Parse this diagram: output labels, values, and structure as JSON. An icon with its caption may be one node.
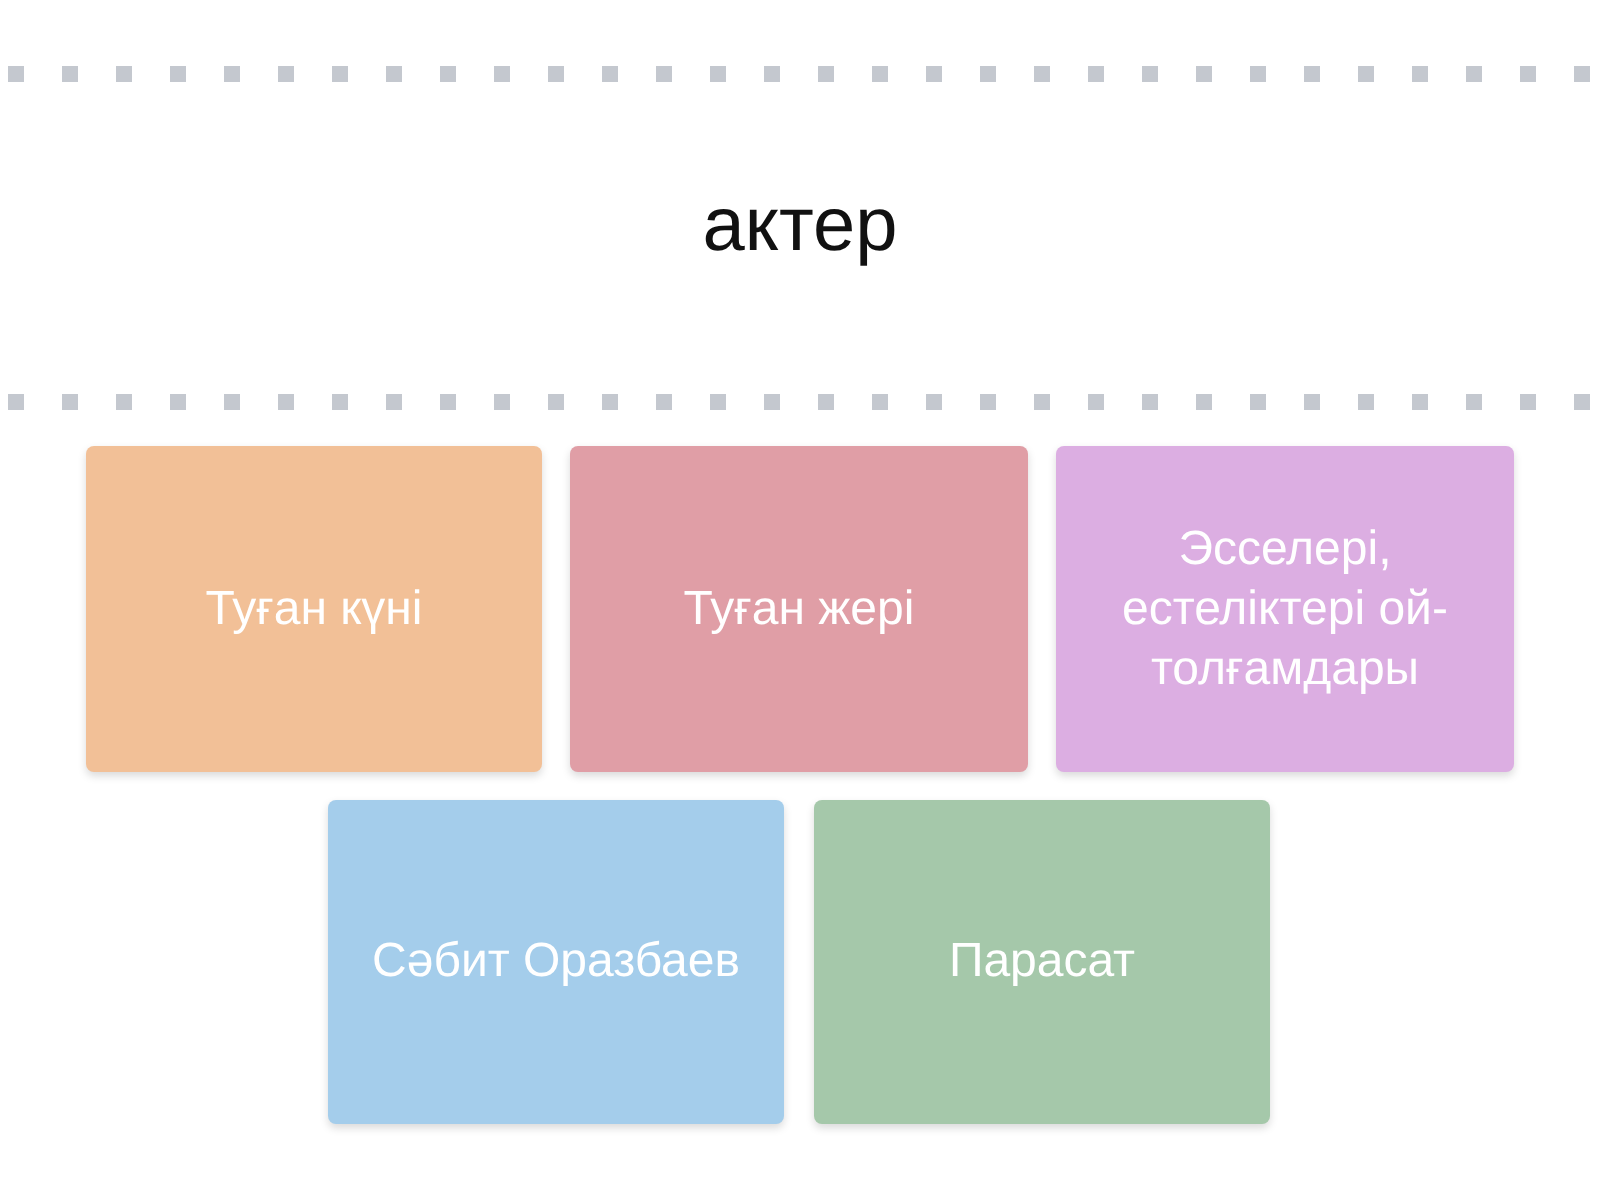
{
  "diagram": {
    "title": "актер",
    "nodes": [
      {
        "text": [
          "Туған күні"
        ]
      },
      {
        "text": [
          "Туған жері"
        ]
      },
      {
        "text": [
          "Эсселері, естеліктері ой-толғамдары"
        ]
      },
      {
        "text": [
          "Сәбит Оразбаев"
        ]
      },
      {
        "text": [
          "Парасат"
        ]
      }
    ]
  }
}
